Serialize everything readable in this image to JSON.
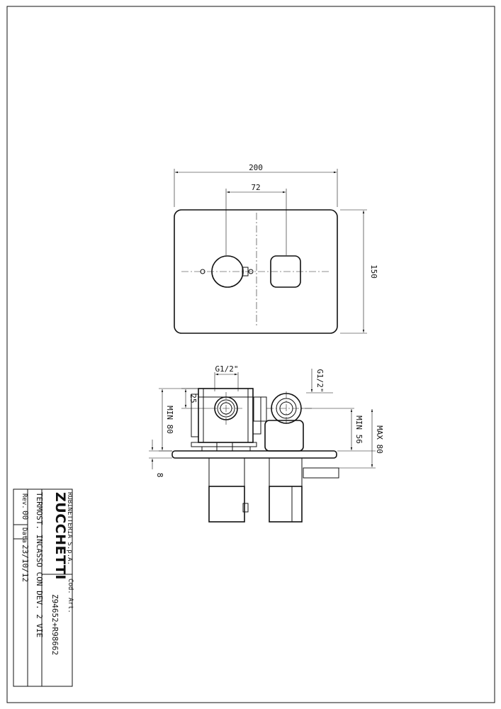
{
  "dimensions": {
    "plate_width": "200",
    "control_spacing": "72",
    "plate_height": "150",
    "inlet_thread_side": "G1/2\"",
    "outlet_thread_side": "G1/2\"",
    "depth_25": "25",
    "min_80": "MIN 80",
    "min_56": "MIN 56",
    "max_80": "MAX 80",
    "plate_thickness": "8"
  },
  "title_block": {
    "brand": "ZUCCHETTI",
    "company": "RUBINETTERIA  S.p.A.",
    "cod_label": "Cod. Art.",
    "code": "Z94652+R98662",
    "description": "TERMOST. INCASSO CON DEV. 2 VIE",
    "rev_label": "Rev.",
    "rev_value": "00",
    "date_label": "Data",
    "date_value": "23/10/12"
  }
}
